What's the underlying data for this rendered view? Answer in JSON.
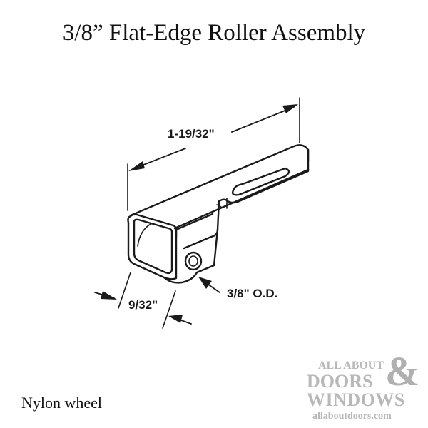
{
  "title": "3/8” Flat-Edge Roller Assembly",
  "dimensions": {
    "length": "1-19/32\"",
    "width": "9/32\"",
    "wheel_diameter": "3/8\" O.D."
  },
  "caption": "Nylon wheel",
  "watermark": {
    "line1": "ALL ABOUT",
    "line2": "DOORS",
    "ampersand": "&",
    "line3": "WINDOWS",
    "url": "allaboutdoors.com",
    "color": "#b8b8b8"
  },
  "colors": {
    "line": "#1a1a1a",
    "background": "#ffffff"
  }
}
